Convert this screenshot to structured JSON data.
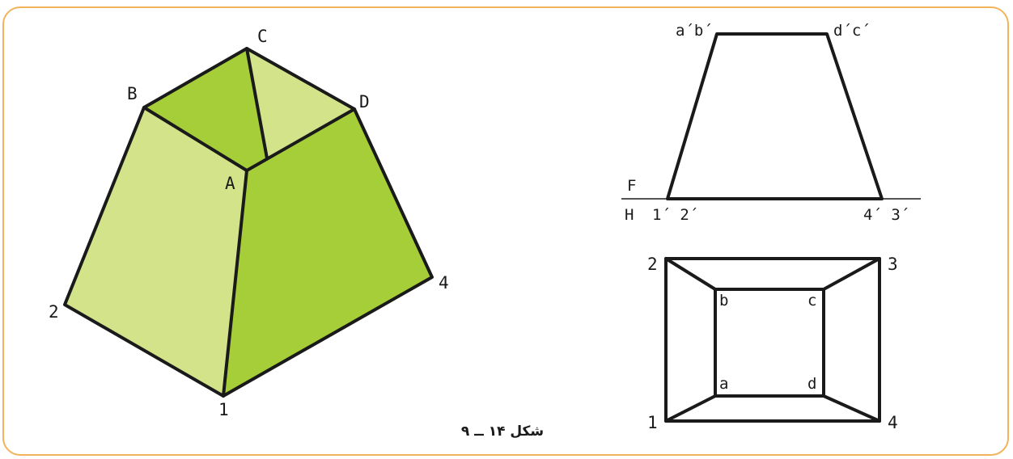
{
  "colors": {
    "frame_border": "#f3b35b",
    "face_light": "#d3e38a",
    "face_dark": "#a6ce39",
    "line": "#1a1a1a"
  },
  "isometric": {
    "labels": {
      "A": "A",
      "B": "B",
      "C": "C",
      "D": "D",
      "p1": "1",
      "p2": "2",
      "p4": "4"
    }
  },
  "front_view": {
    "labels": {
      "top_left": "a´b´",
      "top_right": "d´c´",
      "F": "F",
      "H": "H",
      "bottom_left": "1´ 2´",
      "bottom_right": "4´ 3´"
    }
  },
  "top_view": {
    "labels": {
      "p1": "1",
      "p2": "2",
      "p3": "3",
      "p4": "4",
      "a": "a",
      "b": "b",
      "c": "c",
      "d": "d"
    }
  },
  "caption": "شکل ۱۴ ــ ۹"
}
